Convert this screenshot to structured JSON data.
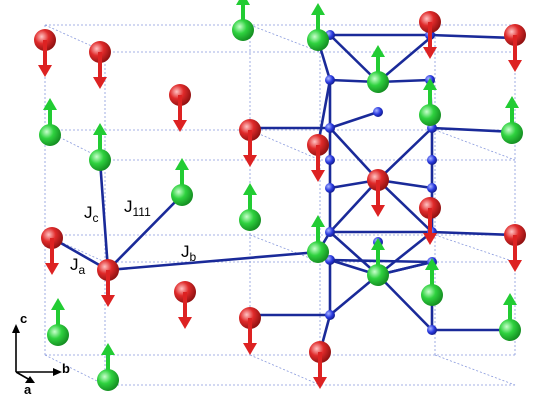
{
  "colors": {
    "spin_up": "#22cc33",
    "spin_up_dark": "#118822",
    "spin_down": "#dd2222",
    "spin_down_dark": "#991111",
    "bond": "#1a2a99",
    "oxygen": "#2b3be0",
    "cell_line": "#8899dd"
  },
  "labels": {
    "jc_main": "J",
    "jc_sub": "c",
    "j111_main": "J",
    "j111_sub": "111",
    "ja_main": "J",
    "ja_sub": "a",
    "jb_main": "J",
    "jb_sub": "b"
  },
  "axes": {
    "c": "c",
    "b": "b",
    "a": "a"
  }
}
